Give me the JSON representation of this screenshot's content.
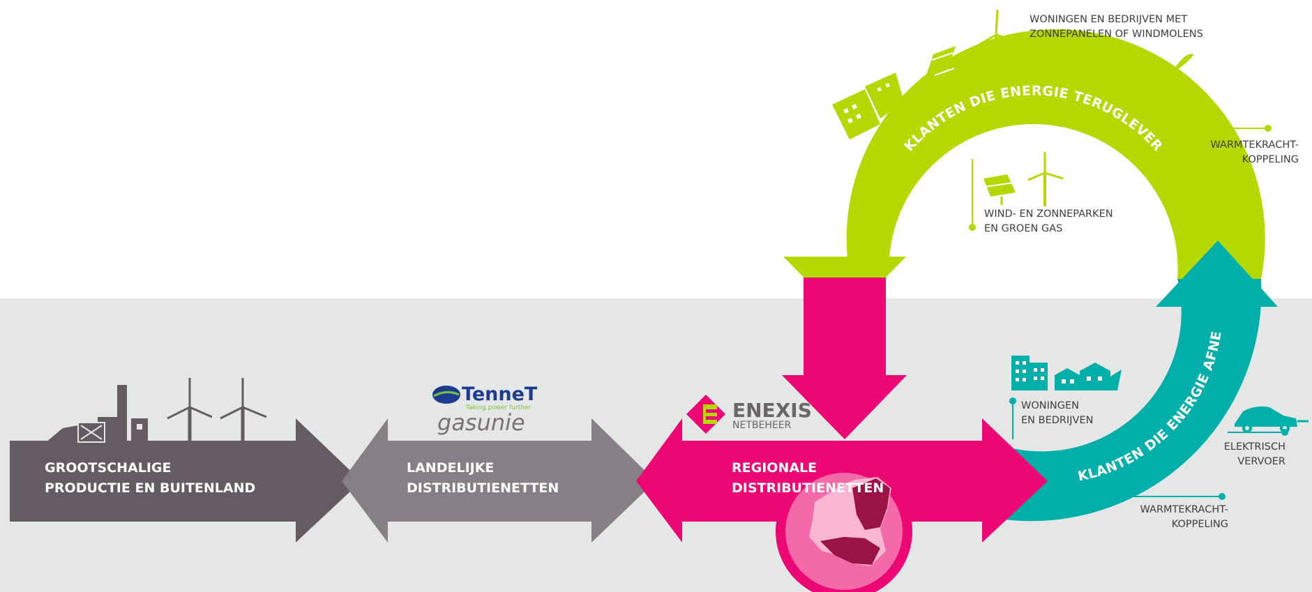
{
  "colors": {
    "background_band": "#e5e7e6",
    "production": "#655c63",
    "national": "#867f85",
    "regional": "#ed0774",
    "green": "#b3d900",
    "teal": "#00afaa",
    "text_dark": "#3d3d3d"
  },
  "production": {
    "line1": "GROOTSCHALIGE",
    "line2": "PRODUCTIE EN BUITENLAND"
  },
  "national": {
    "line1": "LANDELIJKE",
    "line2": "DISTRIBUTIENETTEN",
    "logo_tennet": "TenneT",
    "logo_tennet_tagline": "Taking power further",
    "logo_gasunie": "gasunie"
  },
  "regional": {
    "line1": "REGIONALE",
    "line2": "DISTRIBUTIENETTEN",
    "logo_enexis": "ENEXIS",
    "logo_enexis_sub": "NETBEHEER"
  },
  "cycle": {
    "green_arc_label": "KLANTEN DIE ENERGIE TERUGLEVEREN",
    "teal_arc_label": "KLANTEN DIE ENERGIE AFNEMEN"
  },
  "callouts": {
    "homes_solar_wind": [
      "WONINGEN EN BEDRIJVEN MET",
      "ZONNEPANELEN OF WINDMOLENS"
    ],
    "chp_top": [
      "WARMTEKRACHT-",
      "KOPPELING"
    ],
    "wind_solar_parks": [
      "WIND- EN ZONNEPARKEN",
      "EN GROEN GAS"
    ],
    "homes_companies": [
      "WONINGEN",
      "EN BEDRIJVEN"
    ],
    "electric_transport": [
      "ELEKTRISCH",
      "VERVOER"
    ],
    "chp_bottom": [
      "WARMTEKRACHT-",
      "KOPPELING"
    ]
  },
  "icons": [
    "factory-icon",
    "wind-turbine-icon",
    "solar-panel-icon",
    "building-icon",
    "house-icon",
    "car-icon",
    "netherlands-map-icon",
    "tennet-logo",
    "gasunie-logo",
    "enexis-logo"
  ]
}
